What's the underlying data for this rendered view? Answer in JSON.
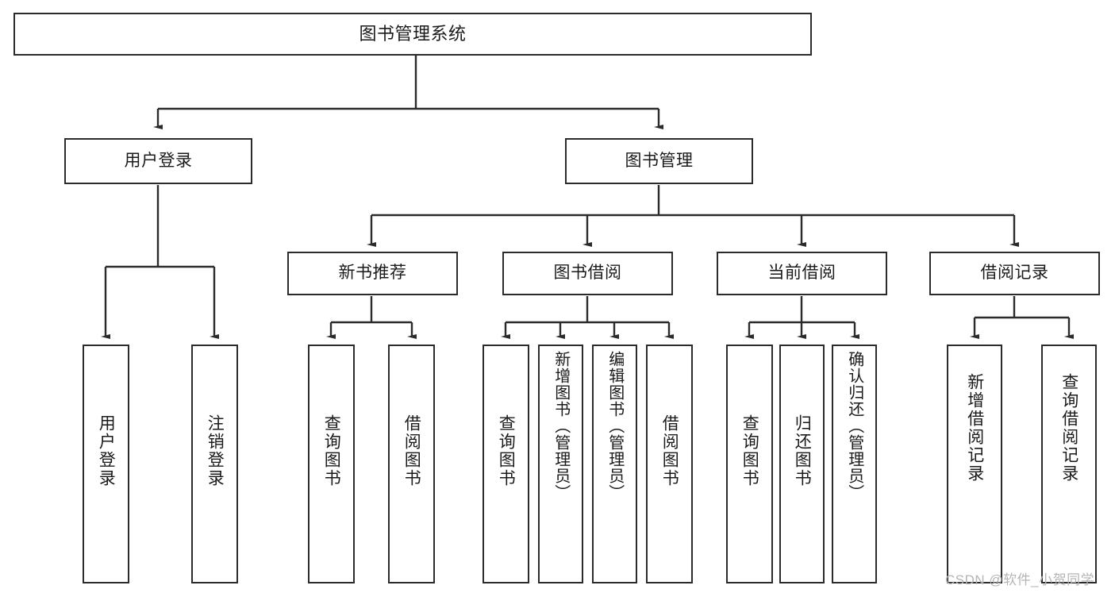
{
  "diagram": {
    "type": "tree-hierarchy-flowchart",
    "title": "图书管理系统",
    "colors": {
      "box_border": "#2b2b2b",
      "box_fill": "#ffffff",
      "connector": "#2b2b2b",
      "text": "#1a1a1a",
      "watermark": "#b4b4b4",
      "background": "#ffffff"
    },
    "root": {
      "label": "图书管理系统"
    },
    "level1": [
      {
        "label": "用户登录"
      },
      {
        "label": "图书管理"
      }
    ],
    "level2": [
      {
        "label": "新书推荐"
      },
      {
        "label": "图书借阅"
      },
      {
        "label": "当前借阅"
      },
      {
        "label": "借阅记录"
      }
    ],
    "leaves": {
      "user_login": [
        {
          "label": "用户登录"
        },
        {
          "label": "注销登录"
        }
      ],
      "new_book_recommend": [
        {
          "label": "查询图书"
        },
        {
          "label": "借阅图书"
        }
      ],
      "book_borrow": [
        {
          "label": "查询图书"
        },
        {
          "label": "新增图书（管理员）"
        },
        {
          "label": "编辑图书（管理员）"
        },
        {
          "label": "借阅图书"
        }
      ],
      "current_borrow": [
        {
          "label": "查询图书"
        },
        {
          "label": "归还图书"
        },
        {
          "label": "确认归还（管理员）"
        }
      ],
      "borrow_records": [
        {
          "label": "新增借阅记录"
        },
        {
          "label": "查询借阅记录"
        }
      ]
    }
  },
  "watermark": {
    "text": "CSDN @软件_小贺同学"
  }
}
